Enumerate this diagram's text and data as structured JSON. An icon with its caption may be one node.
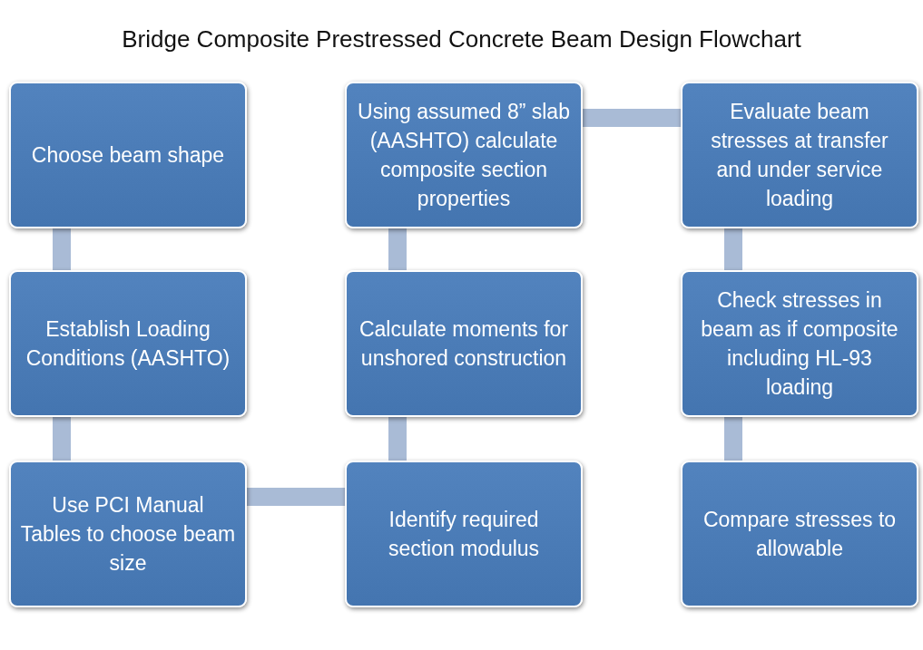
{
  "diagram": {
    "title": "Bridge Composite Prestressed Concrete Beam Design Flowchart",
    "nodes": [
      {
        "text": [
          "Choose beam shape"
        ]
      },
      {
        "text": [
          "Establish Loading Conditions (AASHTO)"
        ]
      },
      {
        "text": [
          "Use PCI Manual Tables to choose beam size"
        ]
      },
      {
        "text": [
          "Identify required section modulus"
        ]
      },
      {
        "text": [
          "Calculate moments for unshored construction"
        ]
      },
      {
        "text": [
          "Using assumed 8” slab (AASHTO) calculate composite section properties"
        ]
      },
      {
        "text": [
          "Evaluate beam stresses at transfer and under service loading"
        ]
      },
      {
        "text": [
          "Check stresses in beam as if composite including HL-93 loading"
        ]
      },
      {
        "text": [
          "Compare stresses to allowable"
        ]
      }
    ],
    "edges": [
      {
        "from": 0,
        "to": 1,
        "arrow": "none"
      },
      {
        "from": 1,
        "to": 2,
        "arrow": "none"
      },
      {
        "from": 2,
        "to": 3,
        "arrow": "none"
      },
      {
        "from": 3,
        "to": 4,
        "arrow": "none"
      },
      {
        "from": 4,
        "to": 5,
        "arrow": "none"
      },
      {
        "from": 5,
        "to": 6,
        "arrow": "none"
      },
      {
        "from": 6,
        "to": 7,
        "arrow": "none"
      },
      {
        "from": 7,
        "to": 8,
        "arrow": "none"
      }
    ]
  }
}
